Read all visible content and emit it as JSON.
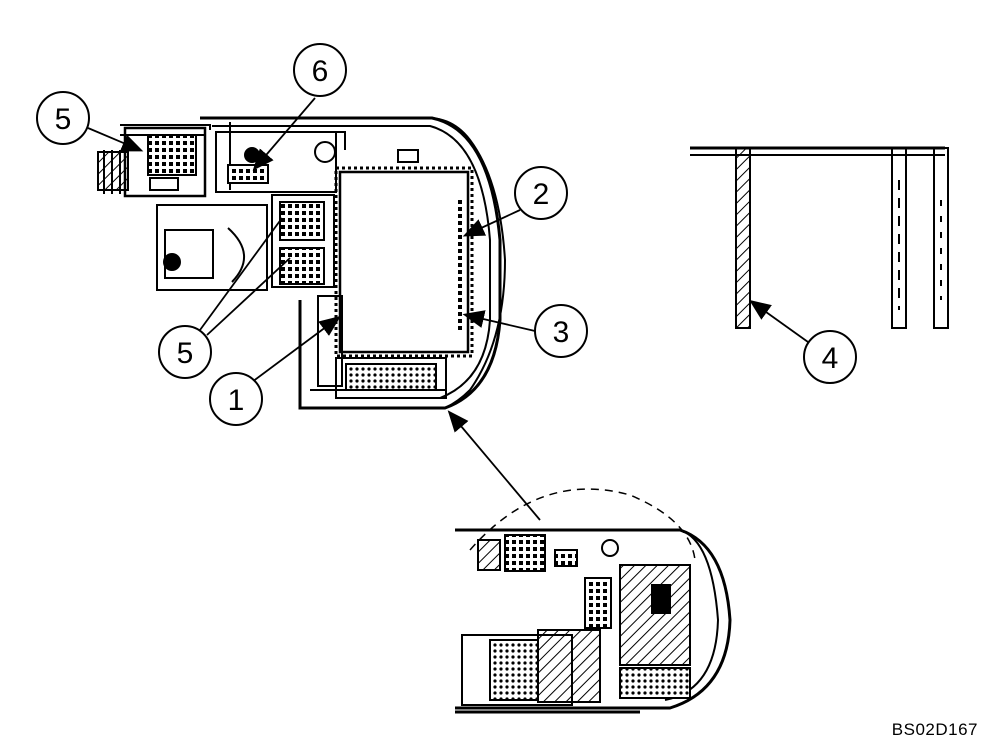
{
  "callouts": [
    {
      "id": "c5a",
      "label": "5"
    },
    {
      "id": "c6",
      "label": "6"
    },
    {
      "id": "c2",
      "label": "2"
    },
    {
      "id": "c3",
      "label": "3"
    },
    {
      "id": "c5b",
      "label": "5"
    },
    {
      "id": "c1",
      "label": "1"
    },
    {
      "id": "c4",
      "label": "4"
    }
  ],
  "reference_code": "BS02D167"
}
